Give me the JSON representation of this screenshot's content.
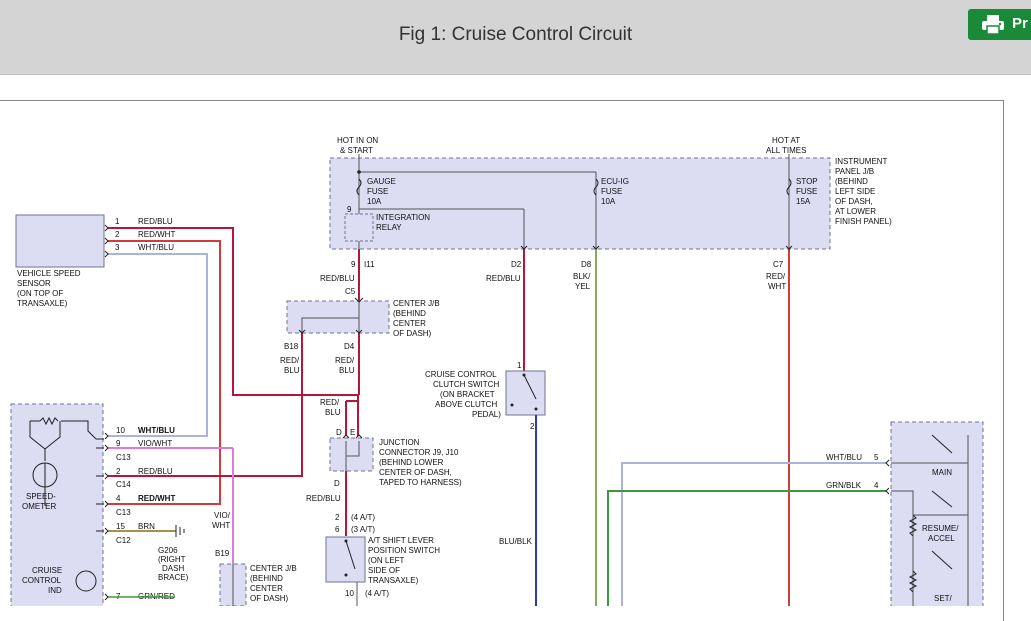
{
  "header": {
    "title": "Fig 1: Cruise Control Circuit",
    "print_label": "Pr",
    "print_icon": "printer-icon",
    "print_color": "#1a8a3a"
  },
  "colors": {
    "red_blu": "#b5163a",
    "red_wht": "#d23b3b",
    "wht_blu": "#a9b4dc",
    "vio_wht": "#e07ad6",
    "blu_blk": "#2b3bb8",
    "blk_yel": "#8aaa55",
    "grn_blk": "#3c9a3c",
    "box_fill": "#dcdcf2",
    "box_stroke": "#6f7390"
  },
  "labels": {
    "hot_in_on_1": "HOT IN ON",
    "hot_in_on_2": "& START",
    "hot_at_1": "HOT AT",
    "hot_at_2": "ALL TIMES",
    "gauge_1": "GAUGE",
    "gauge_2": "FUSE",
    "gauge_3": "10A",
    "ecu_1": "ECU-IG",
    "ecu_2": "FUSE",
    "ecu_3": "10A",
    "stop_1": "STOP",
    "stop_2": "FUSE",
    "stop_3": "15A",
    "ip_1": "INSTRUMENT",
    "ip_2": "PANEL J/B",
    "ip_3": "(BEHIND",
    "ip_4": "LEFT SIDE",
    "ip_5": "OF DASH,",
    "ip_6": "AT LOWER",
    "ip_7": "FINISH PANEL)",
    "relay_pin": "9",
    "relay_1": "INTEGRATION",
    "relay_2": "RELAY",
    "vss_1": "VEHICLE SPEED",
    "vss_2": "SENSOR",
    "vss_3": "(ON TOP OF",
    "vss_4": "TRANSAXLE)",
    "vss_p1": "1",
    "vss_p2": "2",
    "vss_p3": "3",
    "w_red_blu": "RED/BLU",
    "w_red_wht": "RED/WHT",
    "w_wht_blu": "WHT/BLU",
    "p9": "9",
    "i11": "I11",
    "c5": "C5",
    "red": "RED/",
    "blu": "BLU",
    "d2": "D2",
    "d8": "D8",
    "c7": "C7",
    "blk": "BLK/",
    "yel": "YEL",
    "red2": "RED/",
    "wht": "WHT",
    "cj_1": "CENTER J/B",
    "cj_2": "(BEHIND",
    "cj_3": "CENTER",
    "cj_4": "OF DASH)",
    "b18": "B18",
    "d4": "D4",
    "cc_1": "CRUISE CONTROL",
    "cc_2": "CLUTCH SWITCH",
    "cc_3": "(ON BRACKET",
    "cc_4": "ABOVE CLUTCH",
    "cc_5": "PEDAL)",
    "cc_p1": "1",
    "cc_p2": "2",
    "jd": "D",
    "je": "E",
    "jc_1": "JUNCTION",
    "jc_2": "CONNECTOR J9, J10",
    "jc_3": "(BEHIND LOWER",
    "jc_4": "CENTER OF DASH,",
    "jc_5": "TAPED TO HARNESS)",
    "jd2": "D",
    "at_2": "2",
    "at_2b": "(4 A/T)",
    "at_6": "6",
    "at_6b": "(3 A/T)",
    "at_1": "A/T SHIFT LEVER",
    "at_2l": "POSITION SWITCH",
    "at_3": "(ON LEFT",
    "at_4": "SIDE OF",
    "at_5": "TRANSAXLE)",
    "at_10": "10",
    "at_10b": "(4 A/T)",
    "blu_blk": "BLU/BLK",
    "sp_10": "10",
    "sp_wht_blu": "WHT/BLU",
    "sp_9": "9",
    "sp_vio_wht": "VIO/WHT",
    "c13": "C13",
    "sp_2": "2",
    "sp_red_blu": "RED/BLU",
    "c14": "C14",
    "sp_4": "4",
    "sp_red_wht": "RED/WHT",
    "c13b": "C13",
    "sp_15": "15",
    "sp_brn": "BRN",
    "c12": "C12",
    "sp_7": "7",
    "sp_grn_red": "GRN/RED",
    "speedo_1": "SPEED-",
    "speedo_2": "OMETER",
    "cci_1": "CRUISE",
    "cci_2": "CONTROL",
    "cci_3": "IND",
    "g1": "G206",
    "g2": "(RIGHT",
    "g3": "DASH",
    "g4": "BRACE)",
    "vio": "VIO/",
    "vwht": "WHT",
    "b19": "B19",
    "cj2_1": "CENTER J/B",
    "cj2_2": "(BEHIND",
    "cj2_3": "CENTER",
    "cj2_4": "OF DASH)",
    "rb_wht_blu": "WHT/BLU",
    "rb_5": "5",
    "rb_grn_blk": "GRN/BLK",
    "rb_4": "4",
    "main": "MAIN",
    "ra_1": "RESUME/",
    "ra_2": "ACCEL",
    "sc": "SET/",
    "wire_red_blu_jn": "RED/",
    "wire_blu_jn": "BLU",
    "wire_red_blu_d": "RED/BLU"
  }
}
